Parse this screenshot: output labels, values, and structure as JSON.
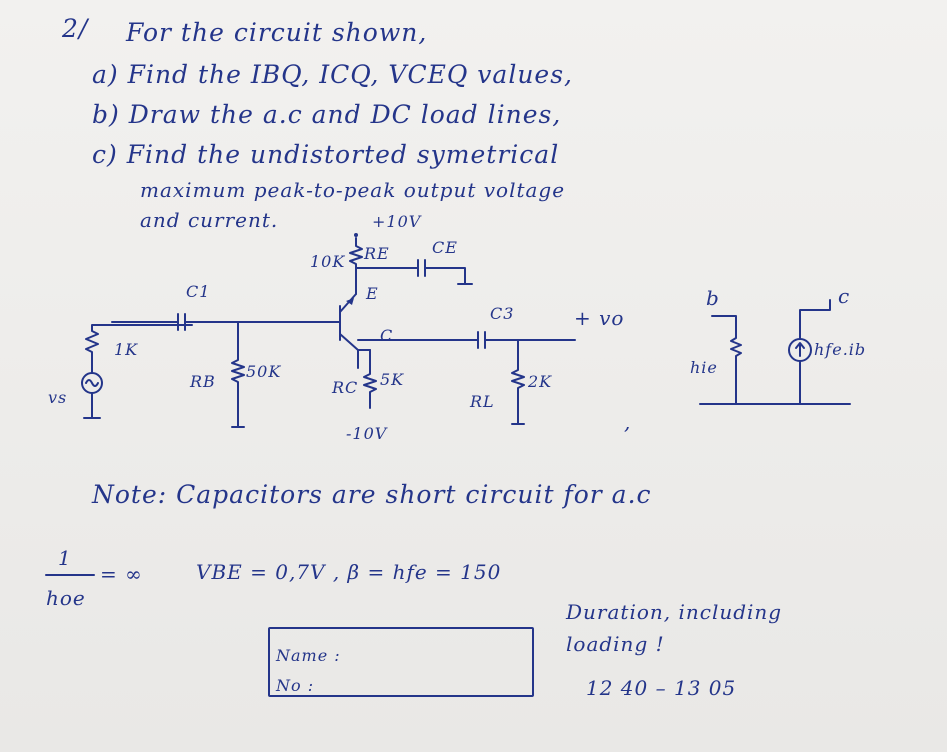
{
  "problem": {
    "number": "2/",
    "intro": "For the circuit shown,",
    "part_a": "a) Find the IBQ, ICQ, VCEQ values,",
    "part_b": "b) Draw the a.c and DC load lines,",
    "part_c_line1": "c) Find the undistorted symetrical",
    "part_c_line2": "maximum peak-to-peak output voltage",
    "part_c_line3": "and current."
  },
  "circuit": {
    "supply_pos": "+10V",
    "supply_neg": "-10V",
    "re_label": "RE",
    "re_value": "10K",
    "ce_label": "CE",
    "emitter_label": "E",
    "collector_label": "C",
    "c1_label": "C1",
    "c3_label": "C3",
    "source_r": "1K",
    "rb_label": "RB",
    "rb_value": "50K",
    "rc_label": "RC",
    "rc_value": "5K",
    "rl_label": "RL",
    "rl_value": "2K",
    "vs_label": "vs",
    "vo_label": "+ vo"
  },
  "model": {
    "b_label": "b",
    "c_label": "c",
    "hie_label": "hie",
    "source_label": "hfe.ib"
  },
  "notes": {
    "note": "Note: Capacitors are short circuit for a.c",
    "hoe_num": "1",
    "hoe_den": "hoe",
    "hoe_val": "= ∞",
    "params": "VBE = 0,7V ,  β = hfe = 150",
    "comma": ","
  },
  "answer_box": {
    "name_label": "Name :",
    "no_label": "No :"
  },
  "duration": {
    "line1": "Duration, including",
    "line2": "loading !",
    "time": "12 40 – 13 05"
  }
}
